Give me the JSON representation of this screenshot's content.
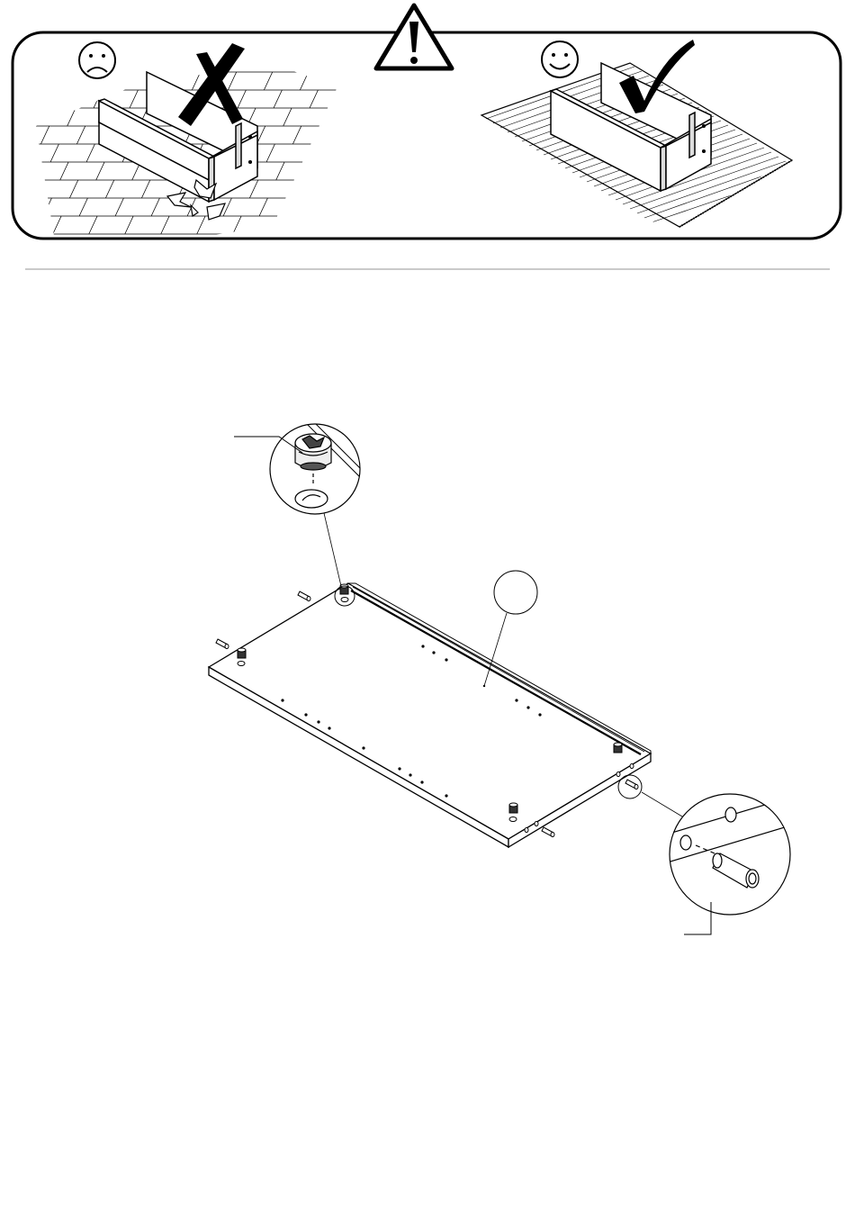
{
  "warning_banner": {
    "left_panel": {
      "mood": "sad-face",
      "verdict": "x-mark",
      "surface": "hard-tile-floor"
    },
    "right_panel": {
      "mood": "happy-face",
      "verdict": "check-mark",
      "surface": "soft-rug"
    },
    "center_icon": "warning-triangle-icon"
  },
  "assembly_step": {
    "parts": [
      "panel-board",
      "cam-lock-fitting",
      "wooden-dowel"
    ],
    "detail_callouts": [
      "cam-lock-detail",
      "dowel-detail"
    ],
    "part_label_circle": ""
  }
}
